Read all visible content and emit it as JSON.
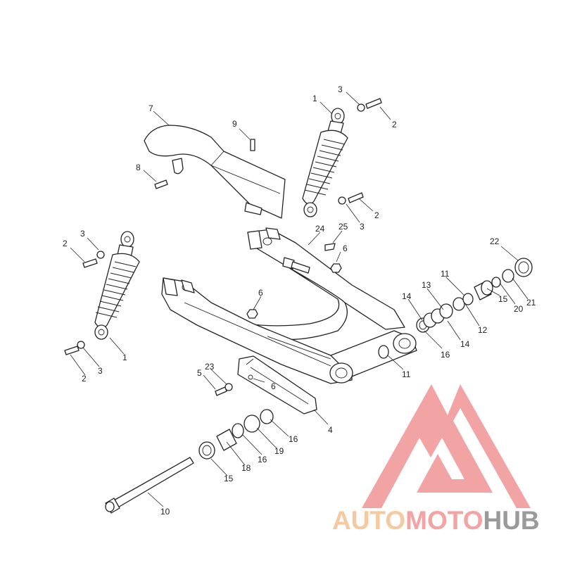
{
  "labels": {
    "shock_absorber": "1",
    "bolt": "2",
    "washer": "3",
    "chain_guard_lower": "4",
    "bolt_small": "5",
    "nut": "6",
    "chain_guard_upper": "7",
    "screw_guard": "8",
    "screw_top": "9",
    "swingarm_spindle": "10",
    "bushing_11": "11",
    "ring_12": "12",
    "ring_13": "13",
    "ring_14": "14",
    "spacer_15": "15",
    "seal_16": "16",
    "sleeve_18": "18",
    "bush_19": "19",
    "washer_20": "20",
    "cap_21": "21",
    "cap_22": "22",
    "washer_23": "23",
    "swingarm": "24",
    "clip_25": "25"
  },
  "logo": {
    "text_auto": "AUTO",
    "text_moto": "MOTO",
    "text_hub": "HUB",
    "color_auto": "#f6c9a0",
    "color_moto": "#f4a3a3",
    "color_hub": "#9a9a9a",
    "color_mark": "#f2a3a3"
  }
}
